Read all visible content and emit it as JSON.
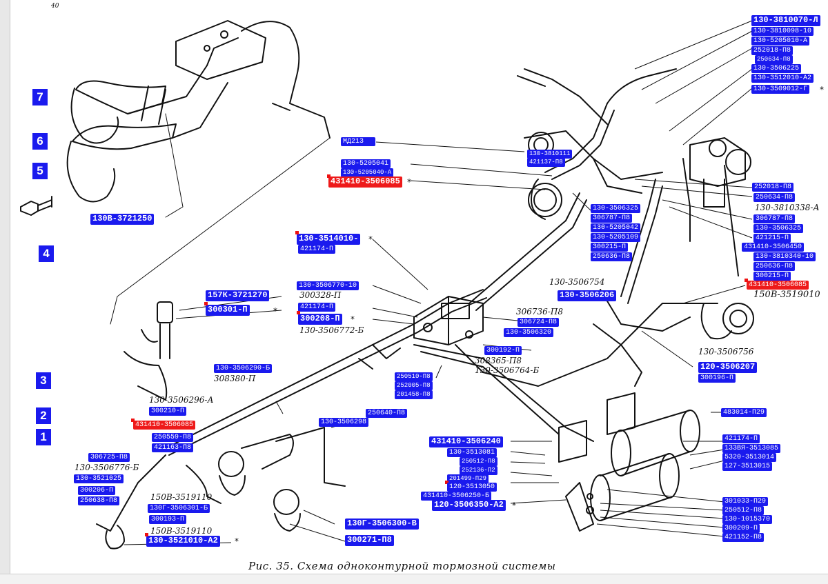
{
  "caption": "Рис. 35. Схема одноконтурной тормозной системы",
  "corner_mark": "40",
  "section_numbers": [
    "7",
    "6",
    "5",
    "4",
    "3",
    "2",
    "1"
  ],
  "labels": {
    "l_130v3721250": "130В-3721250",
    "l_md213": "МД213",
    "l_130_5205041": "130-5205041",
    "l_130_5205040a": "130-5205040-А",
    "l_431410_top": "431410-3506085",
    "l_130_3810111": "130-3810111",
    "l_421137": "421137-П8",
    "l_130_3810070": "130-3810070-Л",
    "l_130_3810098": "130-3810098-10",
    "l_130_5205010a": "130-5205010-А",
    "l_252018_a": "252018-П8",
    "l_250634_a": "250634-П8",
    "l_130_3506225": "130-3506225",
    "l_130_3512010": "130-3512010-А2",
    "l_130_3509012": "130-3509012-Г",
    "l_252018_b": "252018-П8",
    "l_250634_b": "250634-П8",
    "l_306787_a": "306787-П8",
    "l_130_3506325_a": "130-3506325",
    "l_421215": "421215-П",
    "l_431410_3506450": "431410-3506450",
    "l_130_3810340": "130-3810340-10",
    "l_250636_a": "250636-П8",
    "l_300215_a": "300215-П",
    "l_431410_right": "431410-3506085",
    "l_130_3506325_b": "130-3506325",
    "l_306787_b": "306787-П8",
    "l_130_5205042": "130-5205042",
    "l_130_5205109": "130-5205109",
    "l_300215_b": "300215-П",
    "l_250636_b": "250636-П8",
    "l_130_3514010": "130-3514010-",
    "l_421174_a": "421174-П",
    "l_157k": "157К-3721270",
    "l_300301": "300301-П",
    "l_130_3506770": "130-3506770-10",
    "l_421174_b": "421174-П",
    "l_300208": "300208-П",
    "l_130_3506206": "130-3506206",
    "l_306724": "306724-П8",
    "l_130_3506320": "130-3506320",
    "l_300192": "300192-П",
    "l_120_3506207": "120-3506207",
    "l_300196": "300196-П",
    "l_130_3506290": "130-3506290-Б",
    "l_250510": "250510-П8",
    "l_252005": "252005-П8",
    "l_201458": "201458-П8",
    "l_300210": "300210-П",
    "l_431410_left": "431410-3506085",
    "l_250640": "250640-П8",
    "l_130_3506298": "130-3506298",
    "l_250559": "250559-П8",
    "l_421163": "421163-П8",
    "l_306725": "306725-П8",
    "l_130_3521025": "130-3521025",
    "l_300206": "300206-П",
    "l_250638": "250638-П8",
    "l_130g_3506301": "130Г-3506301-Б",
    "l_300193": "300193-П",
    "l_130_3521010": "130-3521010-А2",
    "l_130g_3506300": "130Г-3506300-В",
    "l_300271": "300271-П8",
    "l_431410_3506240": "431410-3506240",
    "l_130_3513081": "130-3513081",
    "l_250512_a": "250512-П8",
    "l_252136": "252136-П2",
    "l_201499": "201499-П29",
    "l_120_3513050": "120-3513050",
    "l_431410_3506250": "431410-3506250-Б",
    "l_120_3506350": "120-3506350-А2",
    "l_483014": "483014-П29",
    "l_421174_c": "421174-П",
    "l_133vya": "133ВЯ-3513085",
    "l_5320": "5320-3513014",
    "l_127_3513015": "127-3513015",
    "l_301033": "301033-П29",
    "l_250512_b": "250512-П8",
    "l_130_1015370": "130-1015370",
    "l_300209": "300209-П",
    "l_421152": "421152-П8"
  },
  "drawing_text": {
    "t_130_3810338a": "130-3810338-А",
    "t_130_3506754": "130-3506754",
    "t_300328": "300328-П",
    "t_306736": "306736-П8",
    "t_130_3506772": "130-3506772-Б",
    "t_150b_3519010": "150В-3519010",
    "t_308365": "308365-П8",
    "t_130_3506764": "130-3506764-Б",
    "t_308380": "308380-П",
    "t_130_3506296": "130-3506296-А",
    "t_130_3506776": "130-3506776-Б",
    "t_150b_3519110a": "150В-3519110",
    "t_150b_3519110b": "150В-3519110",
    "t_130_3506756": "130-3506756"
  },
  "colors": {
    "label_bg": "#1a1aee",
    "highlight_bg": "#ee1a1a",
    "label_text": "#ffffff"
  }
}
